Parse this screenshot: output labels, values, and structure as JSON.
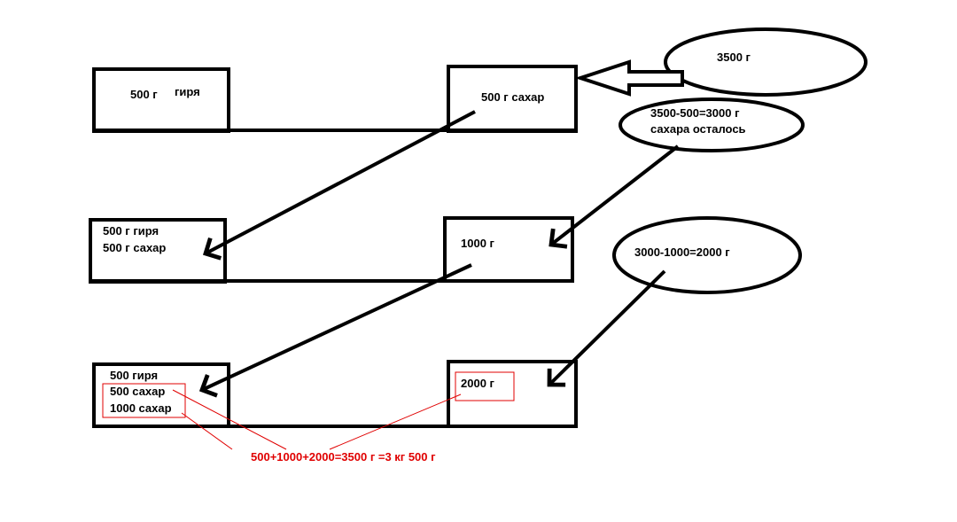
{
  "scales": [
    {
      "left_pan": [
        "500 г",
        "гиря"
      ],
      "right_pan": [
        "500 г сахар"
      ]
    },
    {
      "left_pan": [
        "500 г гиря",
        "500 г сахар"
      ],
      "right_pan": [
        "1000 г"
      ]
    },
    {
      "left_pan": [
        "500 гиря",
        "500 сахар",
        "1000 сахар"
      ],
      "right_pan": [
        "2000 г"
      ]
    }
  ],
  "bubbles": [
    {
      "lines": [
        "3500 г"
      ]
    },
    {
      "lines": [
        "3500-500=3000 г",
        "сахара осталось"
      ]
    },
    {
      "lines": [
        "3000-1000=2000 г"
      ]
    }
  ],
  "total_equation": "500+1000+2000=3500 г =3 кг 500 г",
  "colors": {
    "ink": "#000000",
    "highlight": "#e00000",
    "background": "#ffffff"
  }
}
